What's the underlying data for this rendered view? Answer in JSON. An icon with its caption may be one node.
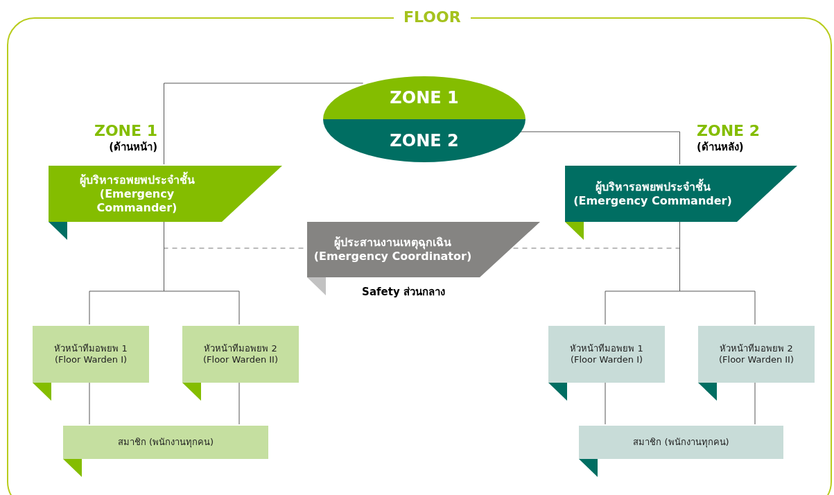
{
  "diagram": {
    "nodes": [
      {
        "text": [
          "FLOOR"
        ]
      },
      {
        "text": [
          "ZONE 1"
        ],
        "in": 0
      },
      {
        "text": [
          "ZONE 2"
        ],
        "in": 0
      },
      {
        "text": [
          "ผู้บริหารอพยพประจำชั้น",
          "(Emergency Commander)"
        ],
        "in": 0,
        "beside": [
          "ZONE 1",
          "(ด้านหน้า)"
        ]
      },
      {
        "text": [
          "ผู้บริหารอพยพประจำชั้น",
          "(Emergency Commander)"
        ],
        "in": 0,
        "beside": [
          "ZONE 2",
          "(ด้านหลัง)"
        ]
      },
      {
        "text": [
          "ผู้ประสานงานเหตุฉุกเฉิน",
          "(Emergency Coordinator)"
        ],
        "in": 0,
        "beside": [
          "Safety ส่วนกลาง"
        ]
      },
      {
        "text": [
          "หัวหน้าทีมอพยพ 1",
          "(Floor Warden I)"
        ],
        "in": 0
      },
      {
        "text": [
          "หัวหน้าทีมอพยพ 2",
          "(Floor Warden II)"
        ],
        "in": 0
      },
      {
        "text": [
          "สมาชิก (พนักงานทุกคน)"
        ],
        "in": 0
      },
      {
        "text": [
          "หัวหน้าทีมอพยพ 1",
          "(Floor Warden I)"
        ],
        "in": 0
      },
      {
        "text": [
          "หัวหน้าทีมอพยพ 2",
          "(Floor Warden II)"
        ],
        "in": 0
      },
      {
        "text": [
          "สมาชิก (พนักงานทุกคน)"
        ],
        "in": 0
      }
    ],
    "edges": [
      {
        "from": 1,
        "to": 3,
        "arrow": "none"
      },
      {
        "from": 2,
        "to": 4,
        "arrow": "none"
      },
      {
        "from": 3,
        "to": 5,
        "arrow": "none",
        "style": "dashed"
      },
      {
        "from": 4,
        "to": 5,
        "arrow": "none",
        "style": "dashed"
      },
      {
        "from": 3,
        "to": 6,
        "arrow": "none"
      },
      {
        "from": 3,
        "to": 7,
        "arrow": "none"
      },
      {
        "from": 6,
        "to": 8,
        "arrow": "none"
      },
      {
        "from": 7,
        "to": 8,
        "arrow": "none"
      },
      {
        "from": 4,
        "to": 9,
        "arrow": "none"
      },
      {
        "from": 4,
        "to": 10,
        "arrow": "none"
      },
      {
        "from": 9,
        "to": 11,
        "arrow": "none"
      },
      {
        "from": 10,
        "to": 11,
        "arrow": "none"
      }
    ]
  }
}
